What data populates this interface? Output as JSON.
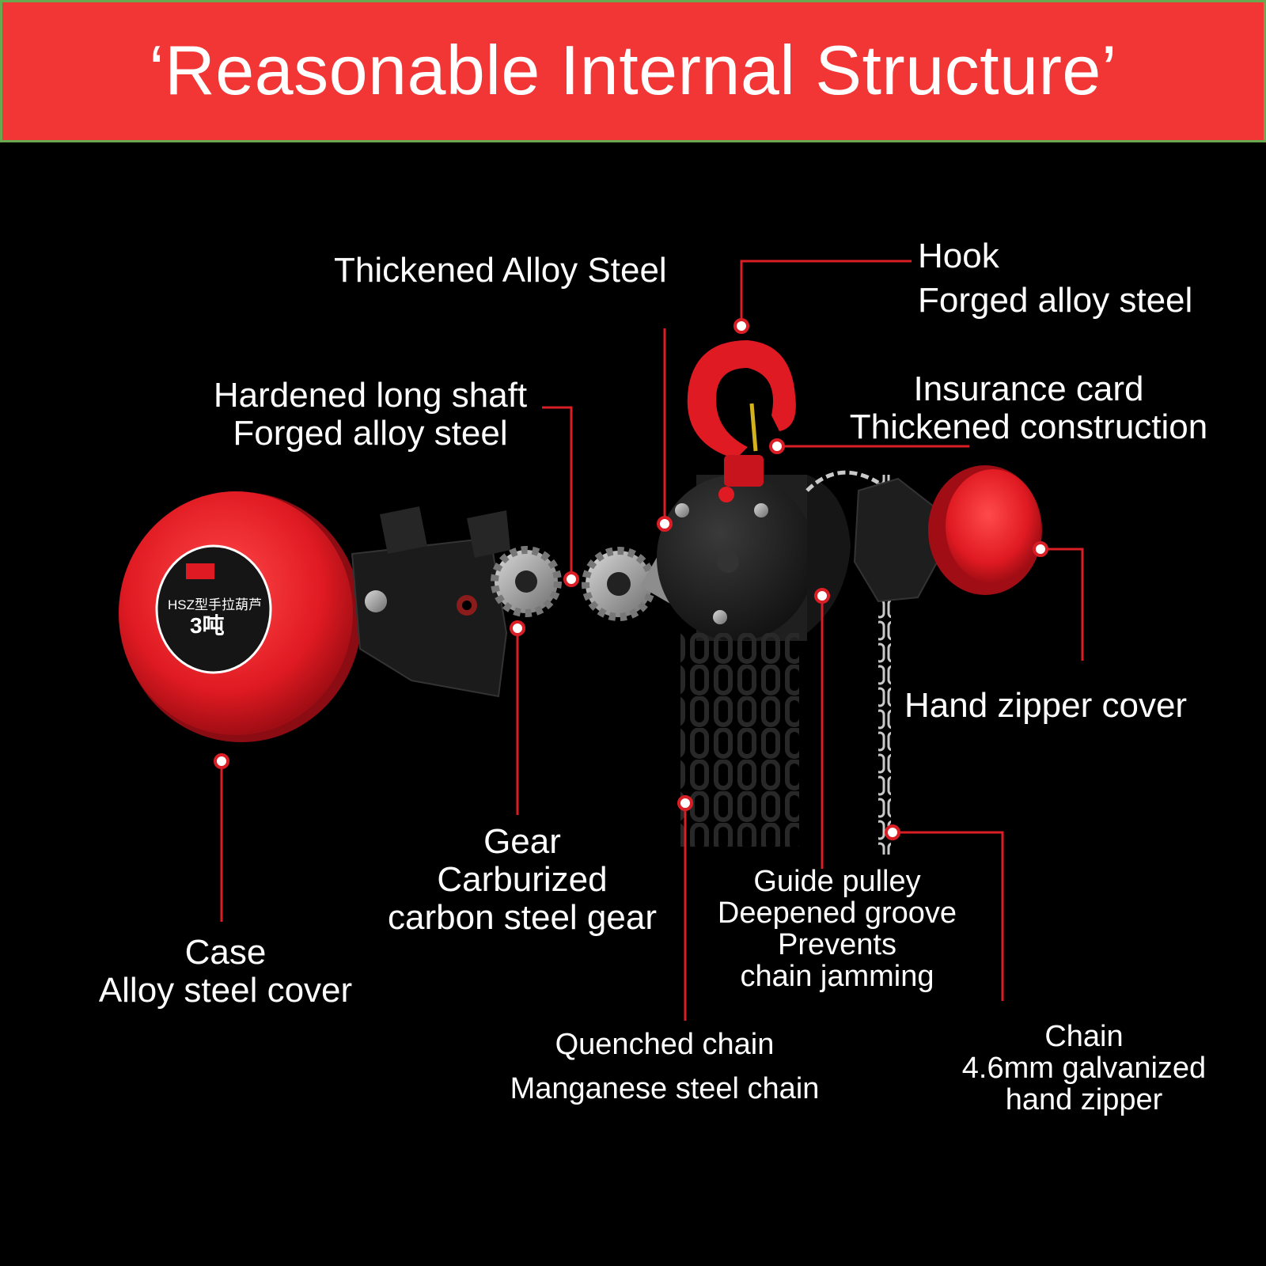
{
  "header": {
    "title": "‘Reasonable Internal Structure’"
  },
  "colors": {
    "header_bg": "#f23535",
    "header_border": "#6aa84f",
    "background": "#000000",
    "accent_red": "#e8202a",
    "leader_line": "#d91e26",
    "dark_metal": "#1a1a1a"
  },
  "callouts": {
    "thickened": {
      "line1": "Thickened Alloy Steel"
    },
    "hook": {
      "line1": "Hook",
      "line2": "Forged alloy steel"
    },
    "shaft": {
      "line1": "Hardened long shaft",
      "line2": "Forged alloy steel"
    },
    "insurance": {
      "line1": "Insurance card",
      "line2": "Thickened construction"
    },
    "zipper_cover": {
      "line1": "Hand zipper cover"
    },
    "gear": {
      "line1": "Gear",
      "line2": "Carburized",
      "line3": "carbon steel gear"
    },
    "case": {
      "line1": "Case",
      "line2": "Alloy steel cover"
    },
    "guide": {
      "line1": "Guide pulley",
      "line2": "Deepened groove",
      "line3": "Prevents",
      "line4": "chain jamming"
    },
    "quenched": {
      "line1": "Quenched chain",
      "line2": "Manganese steel chain"
    },
    "chain": {
      "line1": "Chain",
      "line2": "4.6mm galvanized",
      "line3": "hand zipper"
    }
  },
  "product_label": {
    "brand": "HSZ型手拉葫芦",
    "capacity": "3吨"
  },
  "icons": [
    "hook-icon",
    "gear-icon",
    "case-cover-icon",
    "chain-icon",
    "zipper-cover-icon"
  ]
}
